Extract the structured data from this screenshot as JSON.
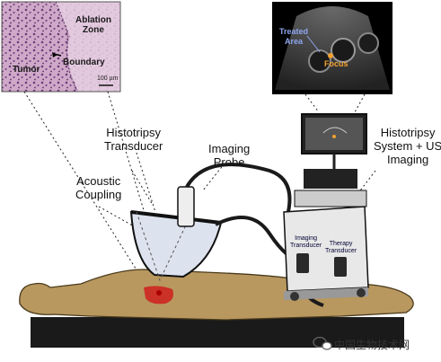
{
  "histology": {
    "ablation_zone": "Ablation\nZone",
    "tumor": "Tumor",
    "boundary": "Boundary",
    "scale": "100 µm"
  },
  "ultrasound": {
    "treated_area": "Treated\nArea",
    "focus": "Focus"
  },
  "labels": {
    "histotripsy_transducer": "Histotripsy\nTransducer",
    "imaging_probe": "Imaging\nProbe",
    "acoustic_coupling": "Acoustic\nCoupling",
    "system": "Histotripsy\nSystem + US\nImaging"
  },
  "cart": {
    "imaging_transducer": "Imaging\nTransducer",
    "therapy_transducer": "Therapy\nTransducer"
  },
  "watermark": "中国生物技术网",
  "colors": {
    "tissue_pink": "#c9a3c2",
    "skin": "#b8985f",
    "table": "#1a1a1a",
    "focus_red": "#d01818",
    "us_label_blue": "#8fa6f0",
    "us_focus_orange": "#f0a030"
  }
}
